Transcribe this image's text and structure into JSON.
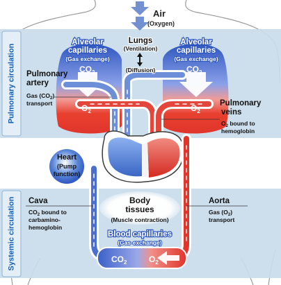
{
  "colors": {
    "band": "#c9dceb",
    "band_edge": "#8fb3d4",
    "sidebar_label": "#1a5fb4",
    "venous": "#4a6fd0",
    "arterial": "#e0352b",
    "bubble_blue": "#3a66c4",
    "skin_outline": "#9a9a9a"
  },
  "labels": {
    "air": "Air",
    "oxygen": "(Oxygen)",
    "pulmonary_circulation": "Pulmonary circulation",
    "systemic_circulation": "Systemic circulation",
    "lungs": "Lungs",
    "ventilation": "(Ventilation)",
    "diffusion": "(Diffusion)",
    "alveolar_left_1": "Alveolar",
    "alveolar_left_2": "capillaries",
    "alveolar_left_3": "(Gas exchange)",
    "alveolar_right_1": "Alveolar",
    "alveolar_right_2": "capillaries",
    "alveolar_right_3": "(Gas exchange)",
    "co2": "CO",
    "co2_sub": "2",
    "o2": "O",
    "o2_sub": "2",
    "pulmonary_artery_1": "Pulmonary",
    "pulmonary_artery_2": "artery",
    "pa_transport_1": "Gas (CO",
    "pa_transport_sub": "2",
    "pa_transport_2": ")",
    "pa_transport_3": "transport",
    "pulmonary_veins_1": "Pulmonary",
    "pulmonary_veins_2": "veins",
    "pv_bound_1": "O",
    "pv_bound_sub": "2",
    "pv_bound_2": " bound to",
    "pv_bound_3": "hemoglobin",
    "heart": "Heart",
    "pump_1": "(Pump",
    "pump_2": "function)",
    "body_1": "Body",
    "body_2": "tissues",
    "muscle": "(Muscle contraction)",
    "cava": "Cava",
    "cava_bound_1": "CO",
    "cava_bound_sub": "2",
    "cava_bound_2": " bound to",
    "cava_bound_3": "carbamino-",
    "cava_bound_4": "hemoglobin",
    "aorta": "Aorta",
    "aorta_transport_1": "Gas (O",
    "aorta_transport_sub": "2",
    "aorta_transport_2": ")",
    "aorta_transport_3": "transport",
    "blood_capillaries": "Blood capillaries",
    "blood_gas_exchange": "(Gas exchange)"
  },
  "icons": [
    "down-arrow-icon",
    "up-arrow-icon",
    "double-arrow-icon",
    "flow-arrow-icon"
  ]
}
